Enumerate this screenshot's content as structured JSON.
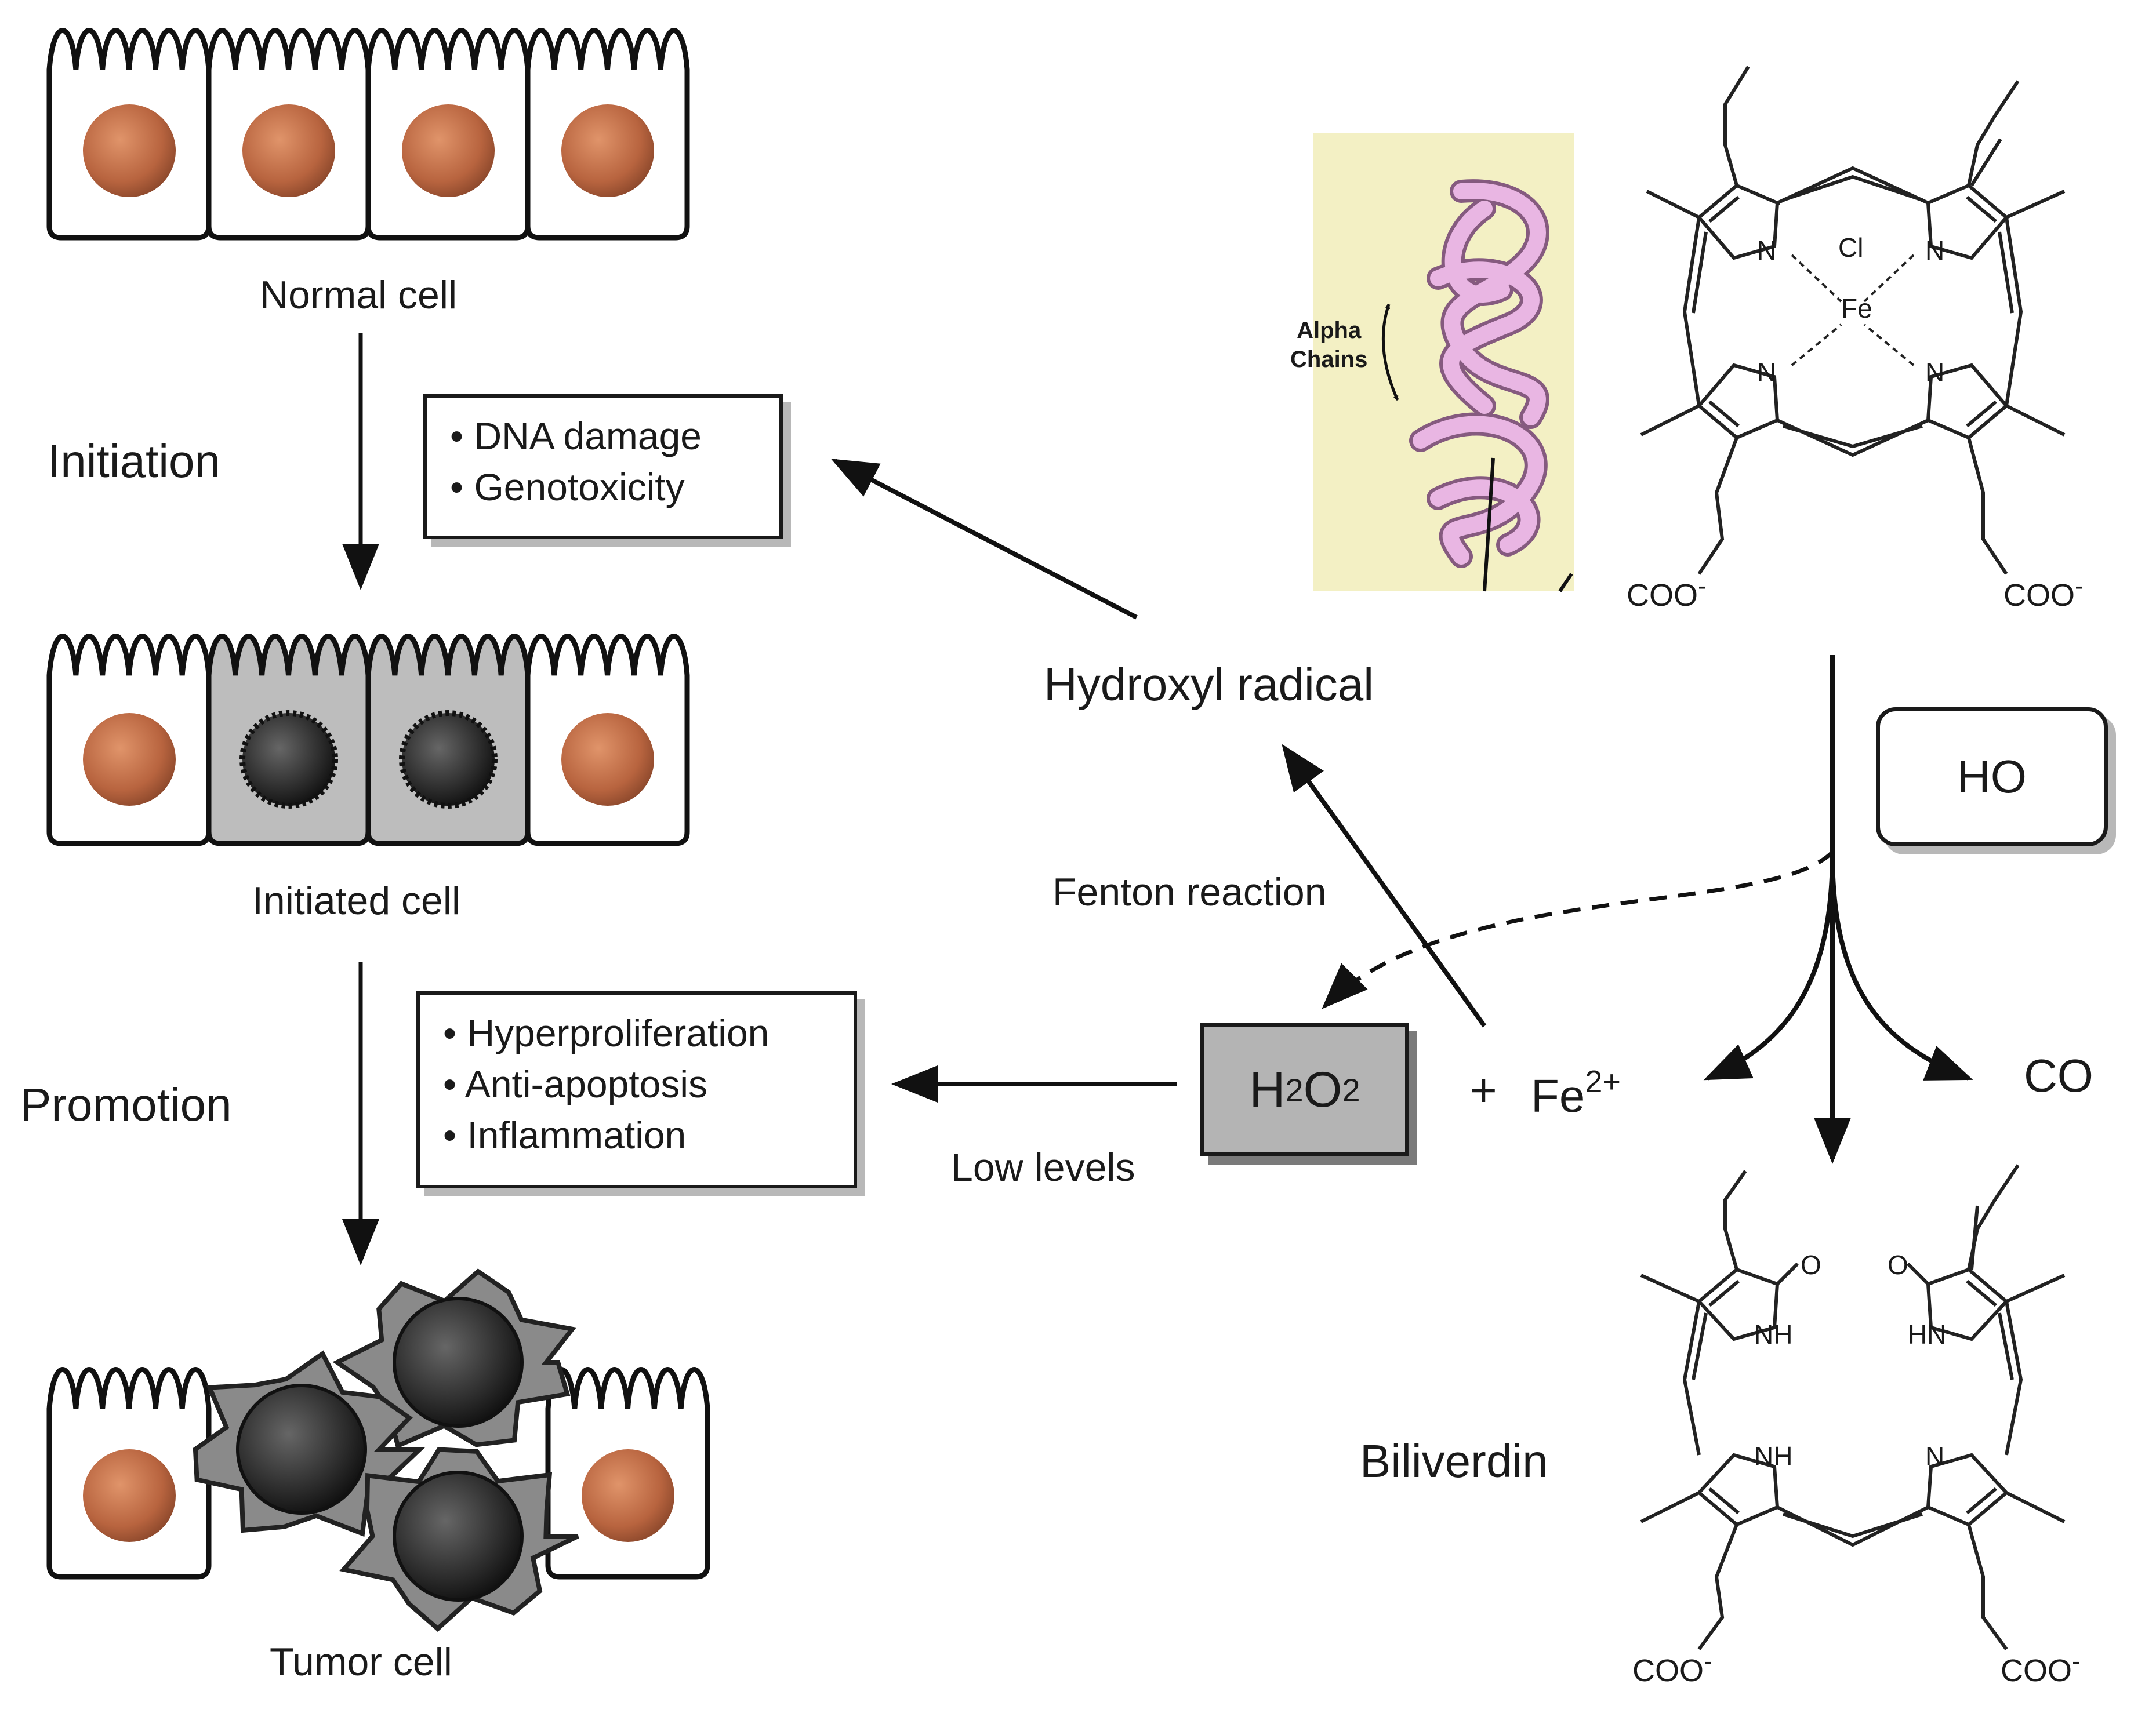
{
  "stages": {
    "normal_label": "Normal cell",
    "initiated_label": "Initiated cell",
    "tumor_label": "Tumor cell",
    "initiation_label": "Initiation",
    "promotion_label": "Promotion"
  },
  "boxes": {
    "dna_items": [
      "• DNA damage",
      "• Genotoxicity"
    ],
    "promotion_items": [
      "• Hyperproliferation",
      "• Anti-apoptosis",
      "• Inflammation"
    ]
  },
  "pathway": {
    "hydroxyl_radical": "Hydroxyl radical",
    "fenton_reaction": "Fenton reaction",
    "low_levels": "Low levels",
    "h2o2_main": "H",
    "h2o2_sub1": "2",
    "h2o2_mid": "O",
    "h2o2_sub2": "2",
    "plus": "+",
    "fe_label": "Fe",
    "fe_charge": "2+",
    "co_label": "CO",
    "ho_label": "HO",
    "biliverdin_label": "Biliverdin"
  },
  "heme": {
    "cl": "Cl",
    "fe": "Fe",
    "n": "N",
    "coo_left": "COO",
    "coo_right": "COO",
    "charge": "-"
  },
  "protein": {
    "alpha_line1": "Alpha",
    "alpha_line2": "Chains"
  },
  "biliverdin": {
    "o": "O",
    "nh": "NH",
    "hn": "HN",
    "n": "N",
    "coo_left": "COO",
    "coo_right": "COO",
    "charge": "-"
  },
  "colors": {
    "nucleus": "#b8643f",
    "nucleus_dark": "#2b2b2b",
    "initiated_fill": "#bdbdbd",
    "tumor_fill": "#8a8a8a",
    "protein_bg": "#f3f0c4",
    "protein_tube": "#e9b6e3"
  }
}
